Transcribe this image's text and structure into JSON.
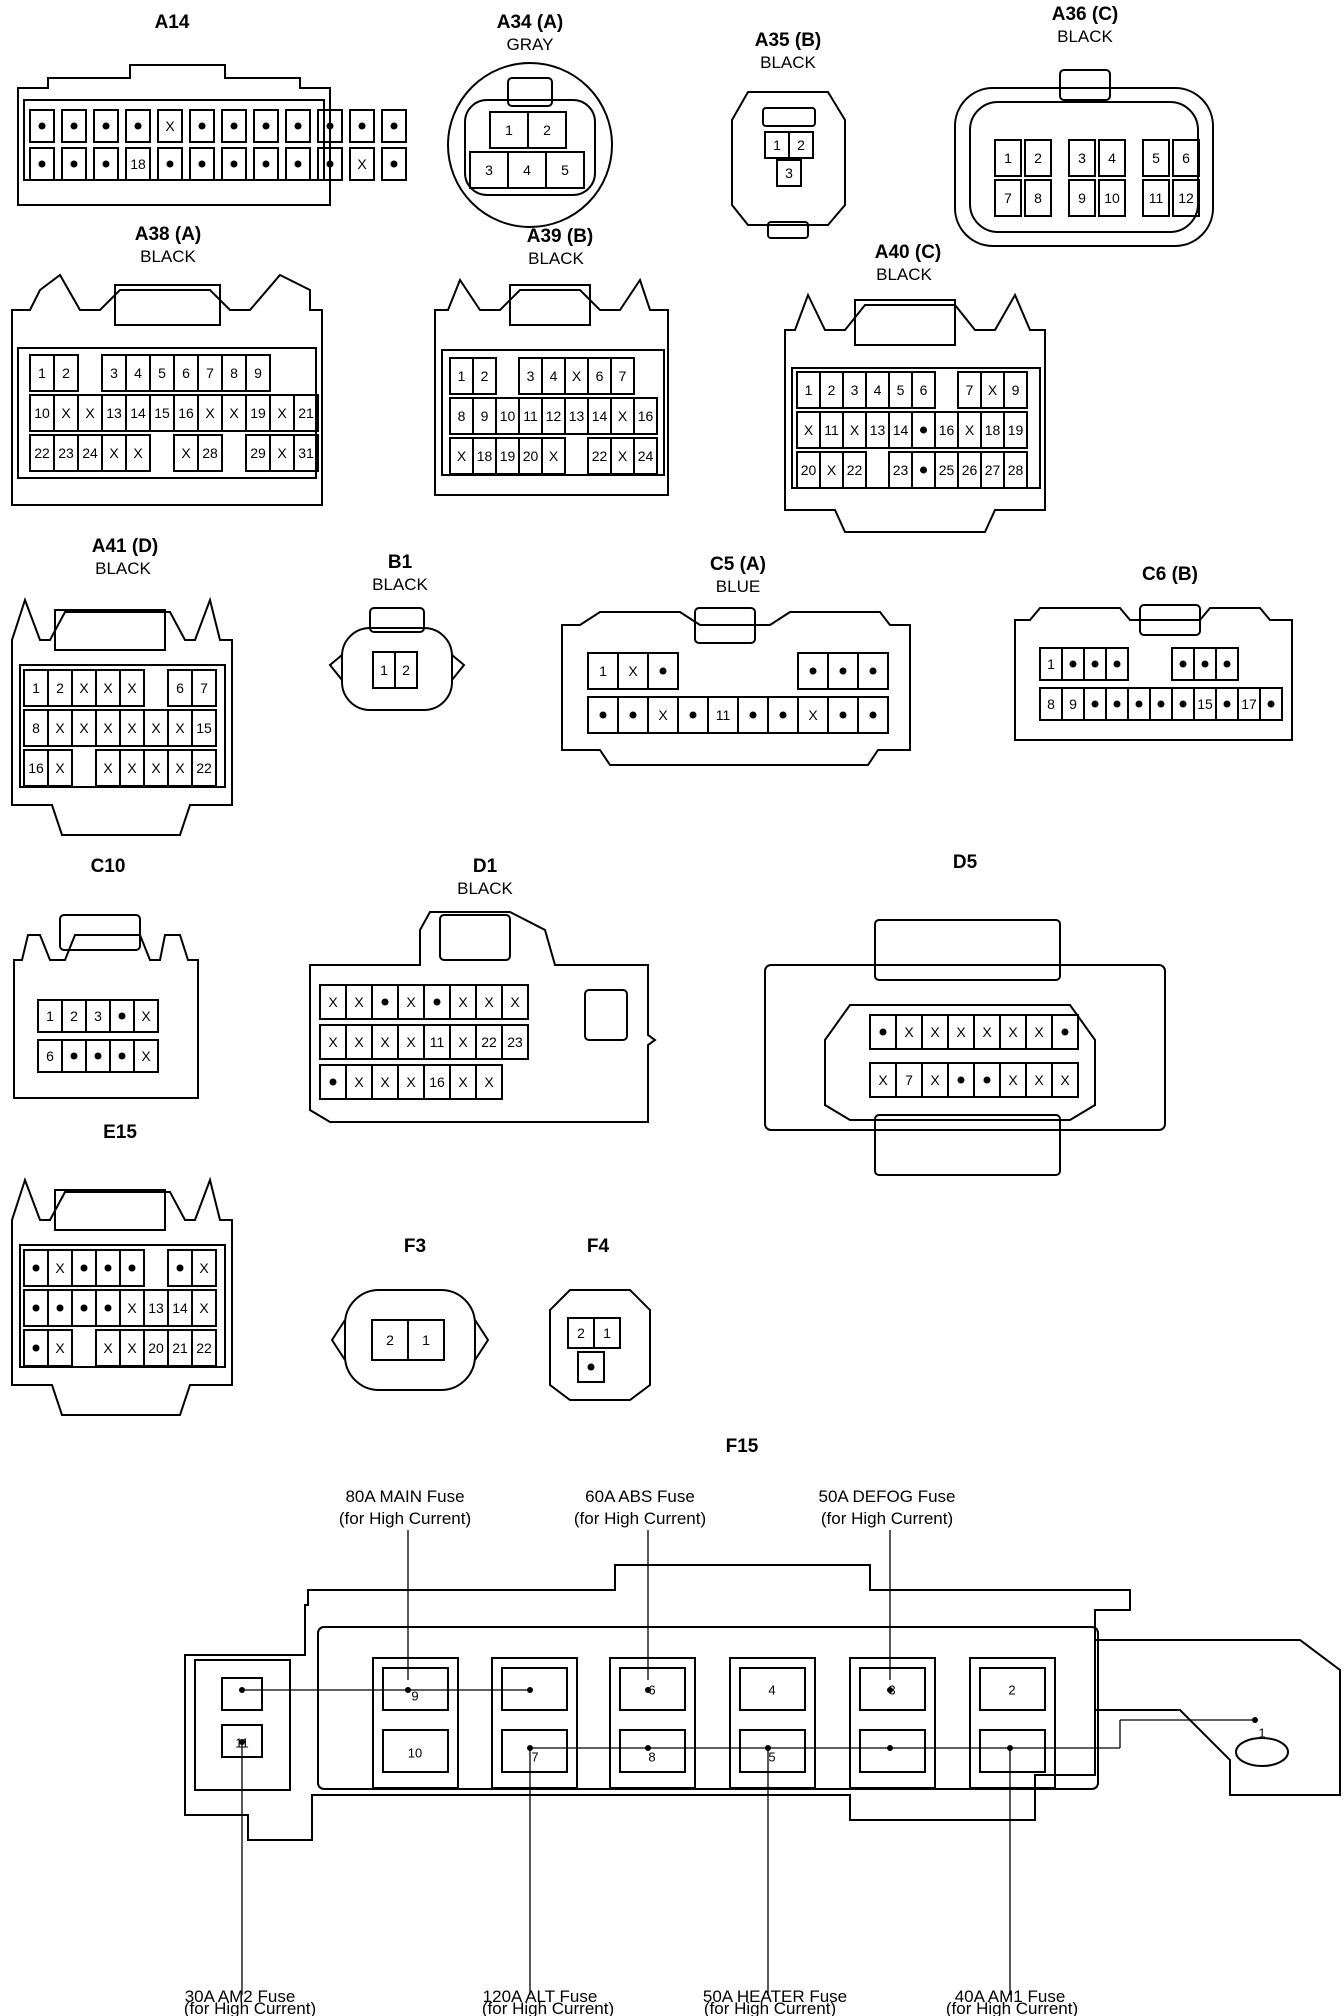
{
  "connectors": [
    {
      "id": "A14",
      "label": "A14",
      "color": "",
      "rows": [
        [
          "•",
          "•",
          "•",
          "•",
          "X",
          "•",
          "•",
          "•",
          "•",
          "•",
          "•",
          "•"
        ],
        [
          "•",
          "•",
          "•",
          "18",
          "•",
          "•",
          "•",
          "•",
          "•",
          "•",
          "X",
          "•"
        ]
      ]
    },
    {
      "id": "A34",
      "label": "A34 (A)",
      "color": "GRAY",
      "rows": [
        [
          "1",
          "2"
        ],
        [
          "3",
          "4",
          "5"
        ]
      ]
    },
    {
      "id": "A35",
      "label": "A35 (B)",
      "color": "BLACK",
      "rows": [
        [
          "1",
          "2"
        ],
        [
          "3"
        ]
      ]
    },
    {
      "id": "A36",
      "label": "A36 (C)",
      "color": "BLACK",
      "rows": [
        [
          "1",
          "2",
          "3",
          "4",
          "5",
          "6"
        ],
        [
          "7",
          "8",
          "9",
          "10",
          "11",
          "12"
        ]
      ]
    },
    {
      "id": "A38",
      "label": "A38 (A)",
      "color": "BLACK",
      "rows": [
        [
          "1",
          "2",
          "",
          "3",
          "4",
          "5",
          "6",
          "7",
          "8",
          "9"
        ],
        [
          "10",
          "X",
          "X",
          "13",
          "14",
          "15",
          "16",
          "X",
          "X",
          "19",
          "X",
          "21"
        ],
        [
          "22",
          "23",
          "24",
          "X",
          "X",
          "",
          "X",
          "28",
          "",
          "29",
          "X",
          "31"
        ]
      ]
    },
    {
      "id": "A39",
      "label": "A39 (B)",
      "color": "BLACK",
      "rows": [
        [
          "1",
          "2",
          "",
          "3",
          "4",
          "X",
          "6",
          "7"
        ],
        [
          "8",
          "9",
          "10",
          "11",
          "12",
          "13",
          "14",
          "X",
          "16"
        ],
        [
          "X",
          "18",
          "19",
          "20",
          "X",
          "",
          "22",
          "X",
          "24"
        ]
      ]
    },
    {
      "id": "A40",
      "label": "A40 (C)",
      "color": "BLACK",
      "rows": [
        [
          "1",
          "2",
          "3",
          "4",
          "5",
          "6",
          "",
          "7",
          "X",
          "9"
        ],
        [
          "X",
          "11",
          "X",
          "13",
          "14",
          "•",
          "16",
          "X",
          "18",
          "19"
        ],
        [
          "20",
          "X",
          "22",
          "",
          "23",
          "•",
          "25",
          "26",
          "27",
          "28"
        ]
      ]
    },
    {
      "id": "A41",
      "label": "A41 (D)",
      "color": "BLACK",
      "rows": [
        [
          "1",
          "2",
          "X",
          "X",
          "X",
          "",
          "6",
          "7"
        ],
        [
          "8",
          "X",
          "X",
          "X",
          "X",
          "X",
          "X",
          "15"
        ],
        [
          "16",
          "X",
          "",
          "X",
          "X",
          "X",
          "X",
          "22"
        ]
      ]
    },
    {
      "id": "B1",
      "label": "B1",
      "color": "BLACK",
      "rows": [
        [
          "1",
          "2"
        ]
      ]
    },
    {
      "id": "C5",
      "label": "C5 (A)",
      "color": "BLUE",
      "rows": [
        [
          "1",
          "X",
          "•",
          "",
          "",
          "",
          "",
          "•",
          "•",
          "•"
        ],
        [
          "•",
          "•",
          "X",
          "•",
          "11",
          "•",
          "•",
          "X",
          "•",
          "•"
        ]
      ]
    },
    {
      "id": "C6",
      "label": "C6 (B)",
      "color": "",
      "rows": [
        [
          "1",
          "•",
          "•",
          "•",
          "",
          "",
          "•",
          "•",
          "•"
        ],
        [
          "8",
          "9",
          "•",
          "•",
          "•",
          "•",
          "•",
          "15",
          "•",
          "17",
          "•"
        ]
      ]
    },
    {
      "id": "C10",
      "label": "C10",
      "color": "",
      "rows": [
        [
          "1",
          "2",
          "3",
          "•",
          "X"
        ],
        [
          "6",
          "•",
          "•",
          "•",
          "X"
        ]
      ]
    },
    {
      "id": "D1",
      "label": "D1",
      "color": "BLACK",
      "rows": [
        [
          "X",
          "X",
          "•",
          "X",
          "•",
          "X",
          "X",
          "X"
        ],
        [
          "X",
          "X",
          "X",
          "X",
          "11",
          "X",
          "22",
          "23"
        ],
        [
          "•",
          "X",
          "X",
          "X",
          "16",
          "X",
          "X"
        ]
      ]
    },
    {
      "id": "D5",
      "label": "D5",
      "color": "",
      "rows": [
        [
          "•",
          "X",
          "X",
          "X",
          "X",
          "X",
          "X",
          "•"
        ],
        [
          "X",
          "7",
          "X",
          "•",
          "•",
          "X",
          "X",
          "X"
        ]
      ]
    },
    {
      "id": "E15",
      "label": "E15",
      "color": "",
      "rows": [
        [
          "•",
          "X",
          "•",
          "•",
          "•",
          "",
          "•",
          "X"
        ],
        [
          "•",
          "•",
          "•",
          "•",
          "X",
          "13",
          "14",
          "X"
        ],
        [
          "•",
          "X",
          "",
          "X",
          "X",
          "20",
          "21",
          "22"
        ]
      ]
    },
    {
      "id": "F3",
      "label": "F3",
      "color": "",
      "rows": [
        [
          "2",
          "1"
        ]
      ]
    },
    {
      "id": "F4",
      "label": "F4",
      "color": "",
      "rows": [
        [
          "2",
          "1"
        ],
        [
          "•"
        ]
      ]
    }
  ],
  "fuse_box": {
    "label": "F15",
    "top_fuses": [
      {
        "name": "80A MAIN Fuse",
        "note": "(for High Current)"
      },
      {
        "name": "60A ABS Fuse",
        "note": "(for High Current)"
      },
      {
        "name": "50A DEFOG Fuse",
        "note": "(for High Current)"
      }
    ],
    "bottom_fuses": [
      {
        "name": "30A AM2 Fuse",
        "note": "(for High Current)"
      },
      {
        "name": "120A ALT Fuse",
        "note": "(for High Current)"
      },
      {
        "name": "50A HEATER Fuse",
        "note": "(for High Current)"
      },
      {
        "name": "40A AM1 Fuse",
        "note": "(for High Current)"
      }
    ],
    "terminals": [
      "9",
      "10",
      "6",
      "4",
      "3",
      "2",
      "11",
      "7",
      "8",
      "5",
      "1"
    ]
  }
}
